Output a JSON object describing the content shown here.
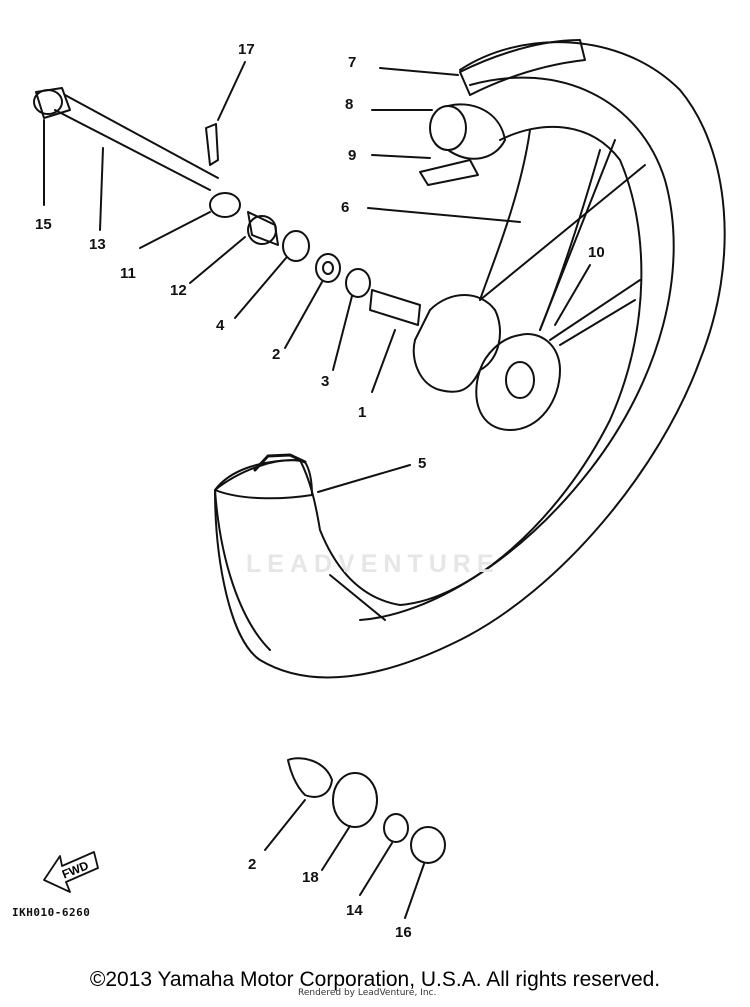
{
  "diagram": {
    "callouts": [
      {
        "id": "c17",
        "text": "17"
      },
      {
        "id": "c7",
        "text": "7"
      },
      {
        "id": "c8",
        "text": "8"
      },
      {
        "id": "c9",
        "text": "9"
      },
      {
        "id": "c6",
        "text": "6"
      },
      {
        "id": "c10",
        "text": "10"
      },
      {
        "id": "c15",
        "text": "15"
      },
      {
        "id": "c13",
        "text": "13"
      },
      {
        "id": "c11",
        "text": "11"
      },
      {
        "id": "c12",
        "text": "12"
      },
      {
        "id": "c4",
        "text": "4"
      },
      {
        "id": "c2a",
        "text": "2"
      },
      {
        "id": "c3",
        "text": "3"
      },
      {
        "id": "c1",
        "text": "1"
      },
      {
        "id": "c5",
        "text": "5"
      },
      {
        "id": "c2b",
        "text": "2"
      },
      {
        "id": "c18",
        "text": "18"
      },
      {
        "id": "c14",
        "text": "14"
      },
      {
        "id": "c16",
        "text": "16"
      }
    ],
    "fwd_label": "FWD",
    "part_code": "IKH010-6260",
    "watermark": "LEADVENTURE"
  },
  "footer": {
    "copyright": "©2013 Yamaha Motor Corporation, U.S.A. All rights reserved.",
    "rendered_by": "Rendered by LeadVenture, Inc."
  }
}
